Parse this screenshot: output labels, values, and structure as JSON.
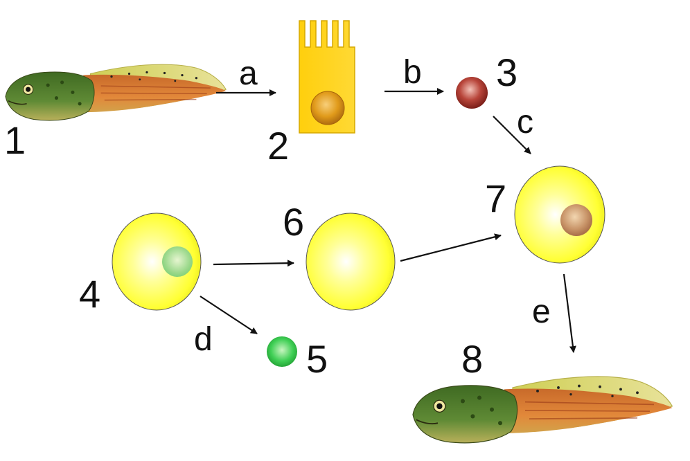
{
  "diagram": {
    "stage_labels": {
      "tadpole_donor": "1",
      "intestinal_cell": "2",
      "donor_nucleus": "3",
      "egg_cell": "4",
      "egg_nucleus": "5",
      "enucleated_egg": "6",
      "reconstructed_egg": "7",
      "tadpole_clone": "8"
    },
    "step_labels": {
      "a": "a",
      "b": "b",
      "c": "c",
      "d": "d",
      "e": "e"
    }
  },
  "colors": {
    "egg_yellow": "#ffff33",
    "egg_highlight": "#ffffe6",
    "egg_outline": "#c8b400",
    "cell_yellow": "#ffd21a",
    "cell_nucleus": "#e09a1a",
    "donor_nucleus_red": "#a8342a",
    "egg_nucleus_green": "#2fc046",
    "tadpole_head_green": "#4e7a2a",
    "tadpole_body_orange": "#d8782a",
    "tadpole_tail_yellow": "#d9d66a"
  }
}
